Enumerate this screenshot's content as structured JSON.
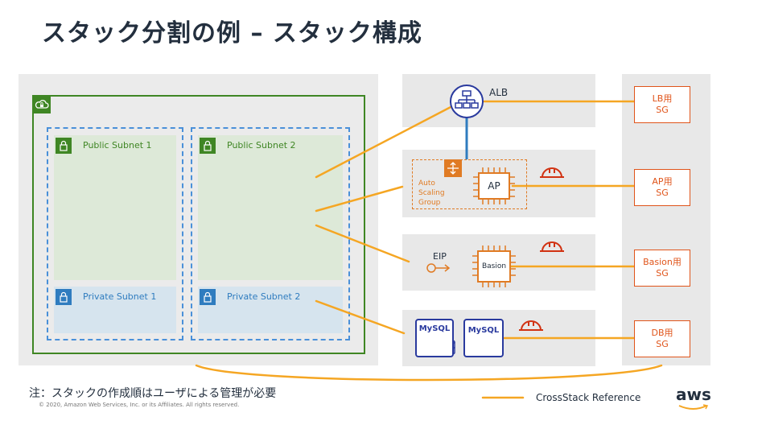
{
  "title": "スタック分割の例 – スタック構成",
  "subnets": {
    "public1": "Public Subnet 1",
    "public2": "Public Subnet 2",
    "private1": "Private Subnet 1",
    "private2": "Private Subnet 2"
  },
  "resources": {
    "alb": "ALB",
    "asg_line1": "Auto",
    "asg_line2": "Scaling",
    "asg_line3": "Group",
    "ap": "AP",
    "eip": "EIP",
    "basion": "Basion",
    "mysql1": "MySQL",
    "mysql2": "MySQL"
  },
  "security_groups": [
    {
      "line1": "LB用",
      "line2": "SG"
    },
    {
      "line1": "AP用",
      "line2": "SG"
    },
    {
      "line1": "Basion用",
      "line2": "SG"
    },
    {
      "line1": "DB用",
      "line2": "SG"
    }
  ],
  "note": "注：スタックの作成順はユーザによる管理が必要",
  "copyright": "© 2020, Amazon Web Services, Inc. or its Affiliates. All rights reserved.",
  "legend": "CrossStack Reference",
  "logo": "aws",
  "colors": {
    "crossstack": "#f5a623",
    "vpc": "#3f8624",
    "subnet_private": "#2f7cbf",
    "sg": "#e0541a",
    "db": "#2a3a9e"
  }
}
